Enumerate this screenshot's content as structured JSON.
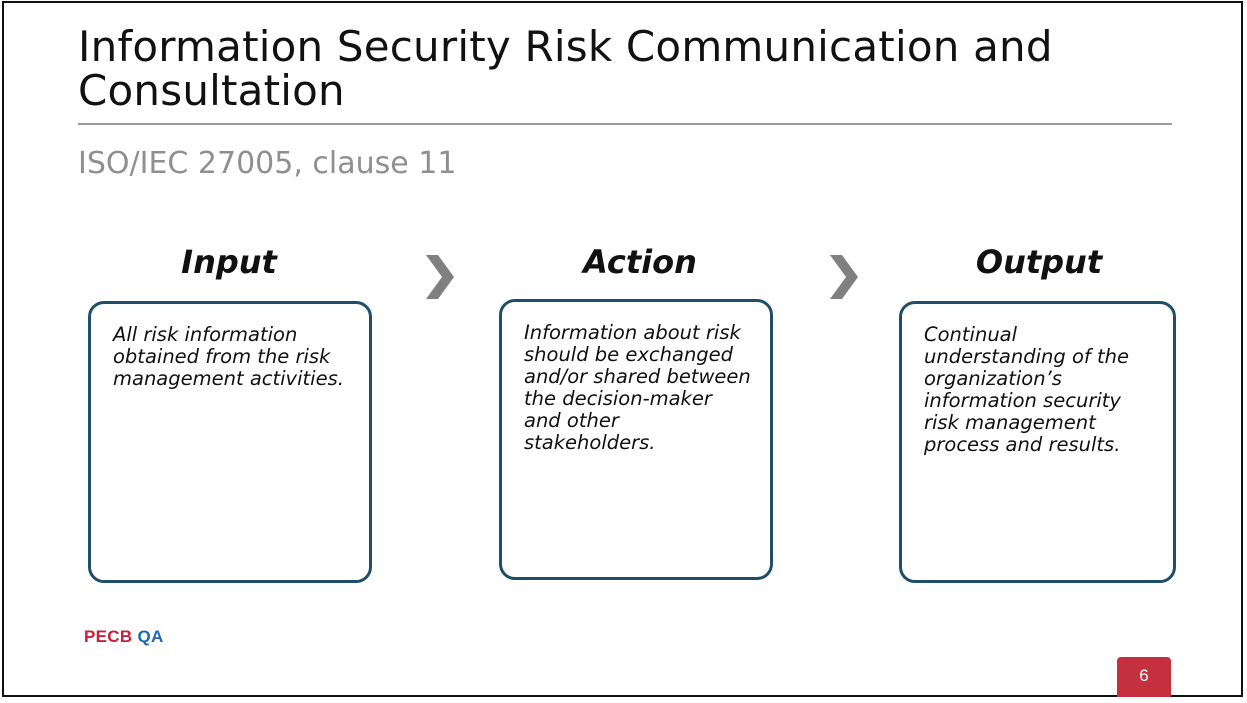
{
  "slide": {
    "title": "Information Security Risk Communication and Consultation",
    "subtitle": "ISO/IEC 27005, clause 11"
  },
  "columns": [
    {
      "heading": "Input",
      "body": "All risk information obtained from the risk management activities."
    },
    {
      "heading": "Action",
      "body": "Information about risk should be exchanged and/or shared between the decision-maker and other stakeholders."
    },
    {
      "heading": "Output",
      "body": "Continual understanding of the organization’s information security risk management process and results."
    }
  ],
  "footer": {
    "logo_part1": "PECB",
    "logo_part2": "QA",
    "page_number": "6"
  },
  "colors": {
    "card_border": "#1f4e6b",
    "chevron": "#808080",
    "page_badge": "#c4303d",
    "logo_red": "#c8203b",
    "logo_blue": "#1d66b5"
  },
  "icons": [
    "chevron-right-icon",
    "chevron-right-icon"
  ]
}
